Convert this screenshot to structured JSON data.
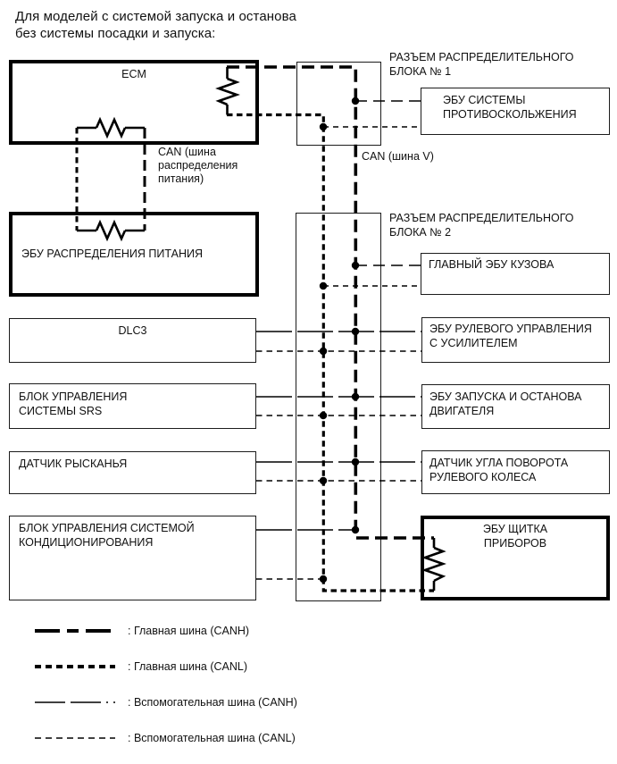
{
  "title": "Для моделей с системой запуска и останова\nбез системы посадки и запуска:",
  "nodes": {
    "ecm": {
      "label": "ECM"
    },
    "power_distribution": {
      "label": "ЭБУ РАСПРЕДЕЛЕНИЯ ПИТАНИЯ"
    },
    "dlc3": {
      "label": "DLC3"
    },
    "srs": {
      "label": "БЛОК УПРАВЛЕНИЯ\nСИСТЕМЫ SRS"
    },
    "yaw_rate_sensor": {
      "label": "ДАТЧИК РЫСКАНЬЯ"
    },
    "air_conditioning": {
      "label": "БЛОК УПРАВЛЕНИЯ СИСТЕМОЙ\nКОНДИЦИОНИРОВАНИЯ"
    },
    "skid_control": {
      "label": "ЭБУ СИСТЕМЫ\nПРОТИВОСКОЛЬЖЕНИЯ"
    },
    "main_body": {
      "label": "ГЛАВНЫЙ ЭБУ КУЗОВА"
    },
    "power_steering": {
      "label": "ЭБУ РУЛЕВОГО УПРАВЛЕНИЯ\nС УСИЛИТЕЛЕМ"
    },
    "stop_start": {
      "label": "ЭБУ ЗАПУСКА И ОСТАНОВА\nДВИГАТЕЛЯ"
    },
    "steering_angle_sensor": {
      "label": "ДАТЧИК УГЛА ПОВОРОТА\nРУЛЕВОГО КОЛЕСА"
    },
    "combination_meter": {
      "label": "ЭБУ ЩИТКА\nПРИБОРОВ"
    }
  },
  "annotations": {
    "junction_block_1": "РАЗЪЕМ РАСПРЕДЕЛИТЕЛЬНОГО\nБЛОКА № 1",
    "junction_block_2": "РАЗЪЕМ РАСПРЕДЕЛИТЕЛЬНОГО\nБЛОКА № 2",
    "can_power_bus": "CAN (шина\nраспределения\nпитания)",
    "can_v_bus": "CAN (шина V)"
  },
  "legend": {
    "items": [
      {
        "name": "main-bus-canh",
        "label": ": Главная шина (CANH)"
      },
      {
        "name": "main-bus-canl",
        "label": ": Главная шина (CANL)"
      },
      {
        "name": "aux-bus-canh",
        "label": ": Вспомогательная шина (CANH)"
      },
      {
        "name": "aux-bus-canl",
        "label": ": Вспомогательная шина (CANL)"
      }
    ]
  },
  "colors": {
    "line": "#000000",
    "background": "#ffffff"
  }
}
